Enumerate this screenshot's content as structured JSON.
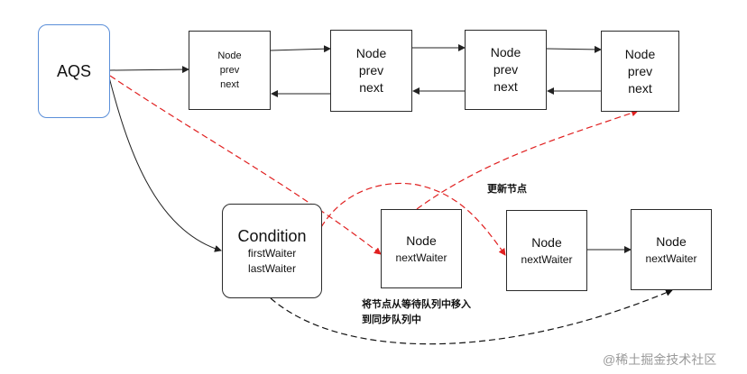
{
  "aqs": {
    "label": "AQS"
  },
  "sync_queue": [
    {
      "name": "Node",
      "prev": "prev",
      "next": "next"
    },
    {
      "name": "Node",
      "prev": "prev",
      "next": "next"
    },
    {
      "name": "Node",
      "prev": "prev",
      "next": "next"
    },
    {
      "name": "Node",
      "prev": "prev",
      "next": "next"
    }
  ],
  "condition": {
    "title": "Condition",
    "first": "firstWaiter",
    "last": "lastWaiter"
  },
  "wait_queue": [
    {
      "name": "Node",
      "field": "nextWaiter"
    },
    {
      "name": "Node",
      "field": "nextWaiter"
    },
    {
      "name": "Node",
      "field": "nextWaiter"
    }
  ],
  "notes": {
    "update_node": "更新节点",
    "move_line1": "将节点从等待队列中移入",
    "move_line2": "到同步队列中"
  },
  "watermark": "@稀土掘金技术社区",
  "colors": {
    "aqs_border": "#5b8fd9",
    "dashed_red": "#e02020",
    "dashed_black": "#111111",
    "line": "#222222"
  }
}
